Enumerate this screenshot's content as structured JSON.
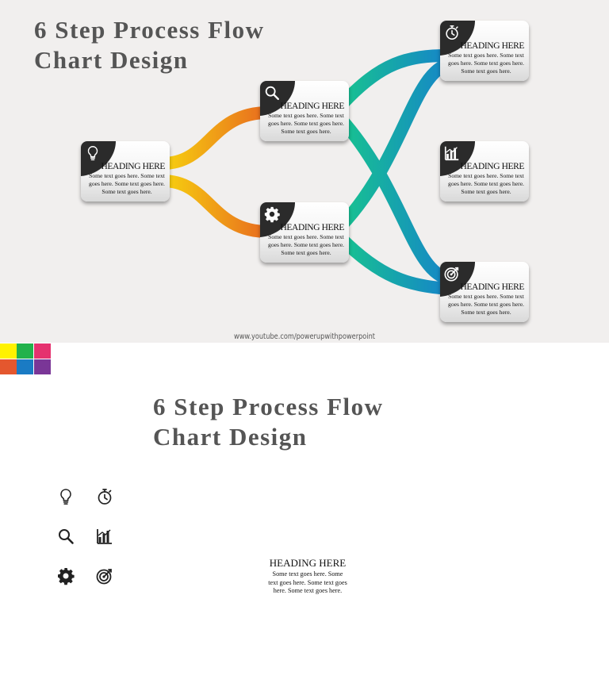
{
  "title": {
    "line1": "6 Step Process Flow",
    "line2": "Chart Design"
  },
  "source_url": "www.youtube.com/powerupwithpowerpoint",
  "cards": [
    {
      "id": "idea",
      "icon": "lightbulb-icon",
      "heading": "HEADING HERE",
      "text": "Some text goes here. Some text goes here. Some text goes here. Some text goes here."
    },
    {
      "id": "search",
      "icon": "magnifier-icon",
      "heading": "HEADING HERE",
      "text": "Some text goes here. Some text goes here. Some text goes here. Some text goes here."
    },
    {
      "id": "settings",
      "icon": "gear-icon",
      "heading": "HEADING HERE",
      "text": "Some text goes here. Some text goes here. Some text goes here. Some text goes here."
    },
    {
      "id": "timer",
      "icon": "stopwatch-icon",
      "heading": "HEADING HERE",
      "text": "Some text goes here. Some text goes here. Some text goes here. Some text goes here."
    },
    {
      "id": "chart",
      "icon": "bar-chart-icon",
      "heading": "HEADING HERE",
      "text": "Some text goes here. Some text goes here. Some text goes here. Some text goes here."
    },
    {
      "id": "target",
      "icon": "target-icon",
      "heading": "HEADING HERE",
      "text": "Some text goes here. Some text goes here. Some text goes here. Some text goes here."
    }
  ],
  "palette": [
    "#fff200",
    "#22b24c",
    "#e5326f",
    "#e4572e",
    "#1a7bc4",
    "#7a3697"
  ],
  "flow_colors": {
    "yellow": "#f7d20f",
    "orange": "#e86a1f",
    "pink": "#e23a72",
    "purple": "#8b2fa0",
    "green": "#17c38f",
    "blue": "#1685c9"
  },
  "icon_set": [
    "lightbulb-icon",
    "stopwatch-icon",
    "magnifier-icon",
    "bar-chart-icon",
    "gear-icon",
    "target-icon"
  ],
  "sample_card": {
    "heading": "HEADING HERE",
    "text": "Some text goes here. Some text goes here. Some text goes here. Some text goes here."
  }
}
